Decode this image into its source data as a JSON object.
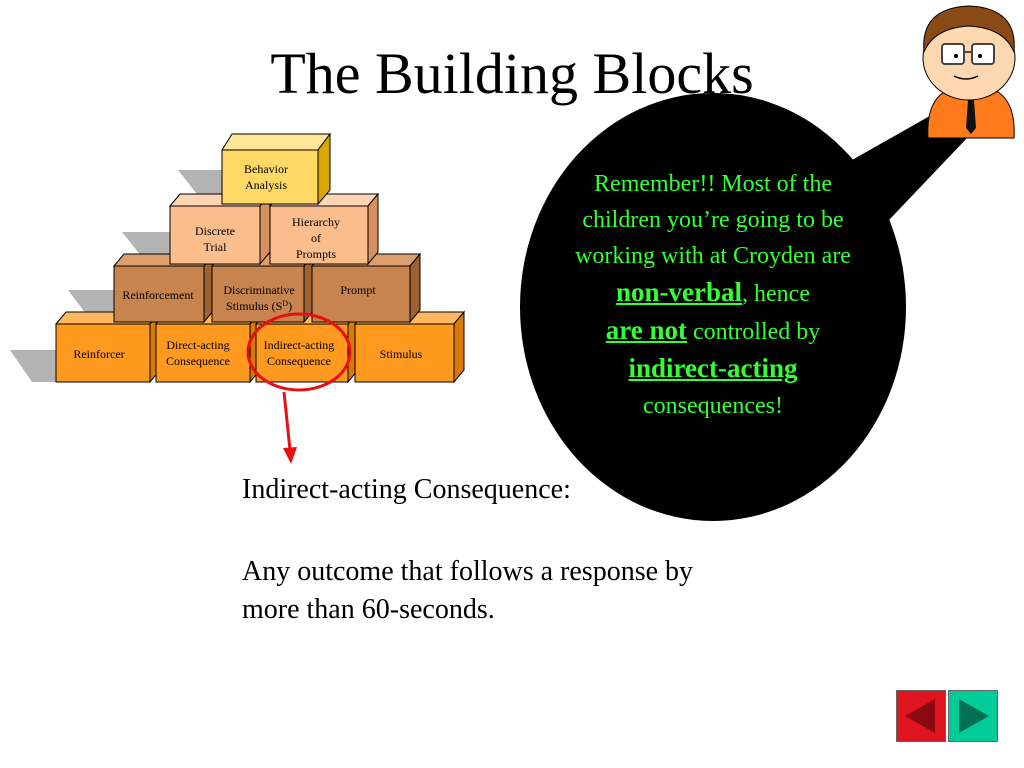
{
  "slide": {
    "title": "The Building Blocks"
  },
  "pyramid": {
    "top": {
      "line1": "Behavior",
      "line2": "Analysis"
    },
    "row2": [
      {
        "line1": "Discrete",
        "line2": "Trial",
        "line3": ""
      },
      {
        "line1": "Hierarchy",
        "line2": "of",
        "line3": "Prompts"
      }
    ],
    "row3": [
      {
        "line1": "Reinforcement",
        "line2": ""
      },
      {
        "line1": "Discriminative",
        "line2": "Stimulus (S",
        "sup": "D",
        "close": ")"
      },
      {
        "line1": "Prompt",
        "line2": ""
      }
    ],
    "row4": [
      {
        "line1": "Reinforcer",
        "line2": ""
      },
      {
        "line1": "Direct-acting",
        "line2": "Consequence"
      },
      {
        "line1": "Indirect-acting",
        "line2": "Consequence"
      },
      {
        "line1": "Stimulus",
        "line2": ""
      }
    ],
    "colors": {
      "top": "#ffd966",
      "row2": "#fbbd8c",
      "row3": "#c8844e",
      "row4": "#ff9a1e"
    }
  },
  "definition": {
    "term": "Indirect-acting Consequence:",
    "text_line1": "Any outcome that follows a response by",
    "text_line2": "more than 60-seconds."
  },
  "bubble": {
    "part1": "Remember!!  Most of the children you’re going to be working with at Croyden are",
    "highlight1": "non-verbal",
    "part2": ", hence",
    "highlight2": "are not",
    "part3": " controlled by ",
    "highlight3": "indirect-acting",
    "part4": " consequences!",
    "text_color": "#33ff33",
    "fill_color": "#000000"
  },
  "navigation": {
    "prev_icon": "triangle-left-icon",
    "next_icon": "triangle-right-icon",
    "prev_color": "#e0141e",
    "next_color": "#00cc99"
  }
}
